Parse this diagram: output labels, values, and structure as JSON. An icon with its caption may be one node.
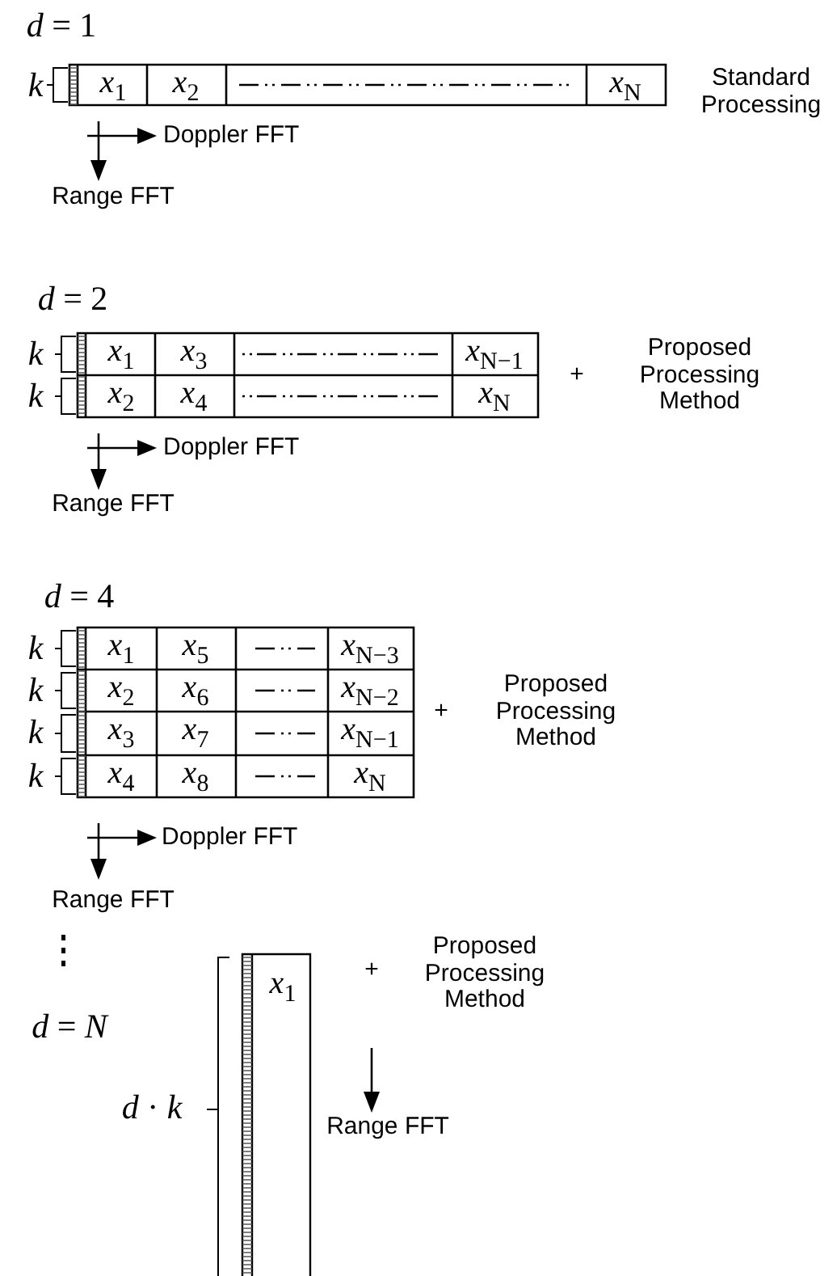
{
  "diagram": {
    "labels": [
      "*d* = 1",
      "k",
      "*x*$_{1}$",
      "*x*$_{2}$",
      "*x*$_{N}$",
      "Standard Processing",
      "Doppler FFT",
      "Range FFT",
      "*d* = 2",
      "k",
      "*x*$_{1}$",
      "*x*$_{3}$",
      "*x*$_{N−1}$",
      "+",
      "Proposed Processing Method",
      "k",
      "*x*$_{2}$",
      "*x*$_{4}$",
      "*x*$_{N}$",
      "Doppler FFT",
      "Range FFT",
      "*d* = 4",
      "k",
      "*x*$_{1}$",
      "*x*$_{5}$",
      "*x*$_{N−3}$",
      "k",
      "*x*$_{2}$",
      "*x*$_{6}$",
      "*x*$_{N−2}$",
      "+",
      "Proposed Processing Method",
      "k",
      "*x*$_{3}$",
      "*x*$_{7}$",
      "*x*$_{N−1}$",
      "k",
      "*x*$_{4}$",
      "*x*$_{8}$",
      "*x*$_{N}$",
      "Doppler FFT",
      "Range FFT",
      "Proposed Processing Method",
      "+",
      "*x*$_{1}$",
      "*d* = *N*",
      "*d* · *k*",
      "Range FFT"
    ]
  }
}
